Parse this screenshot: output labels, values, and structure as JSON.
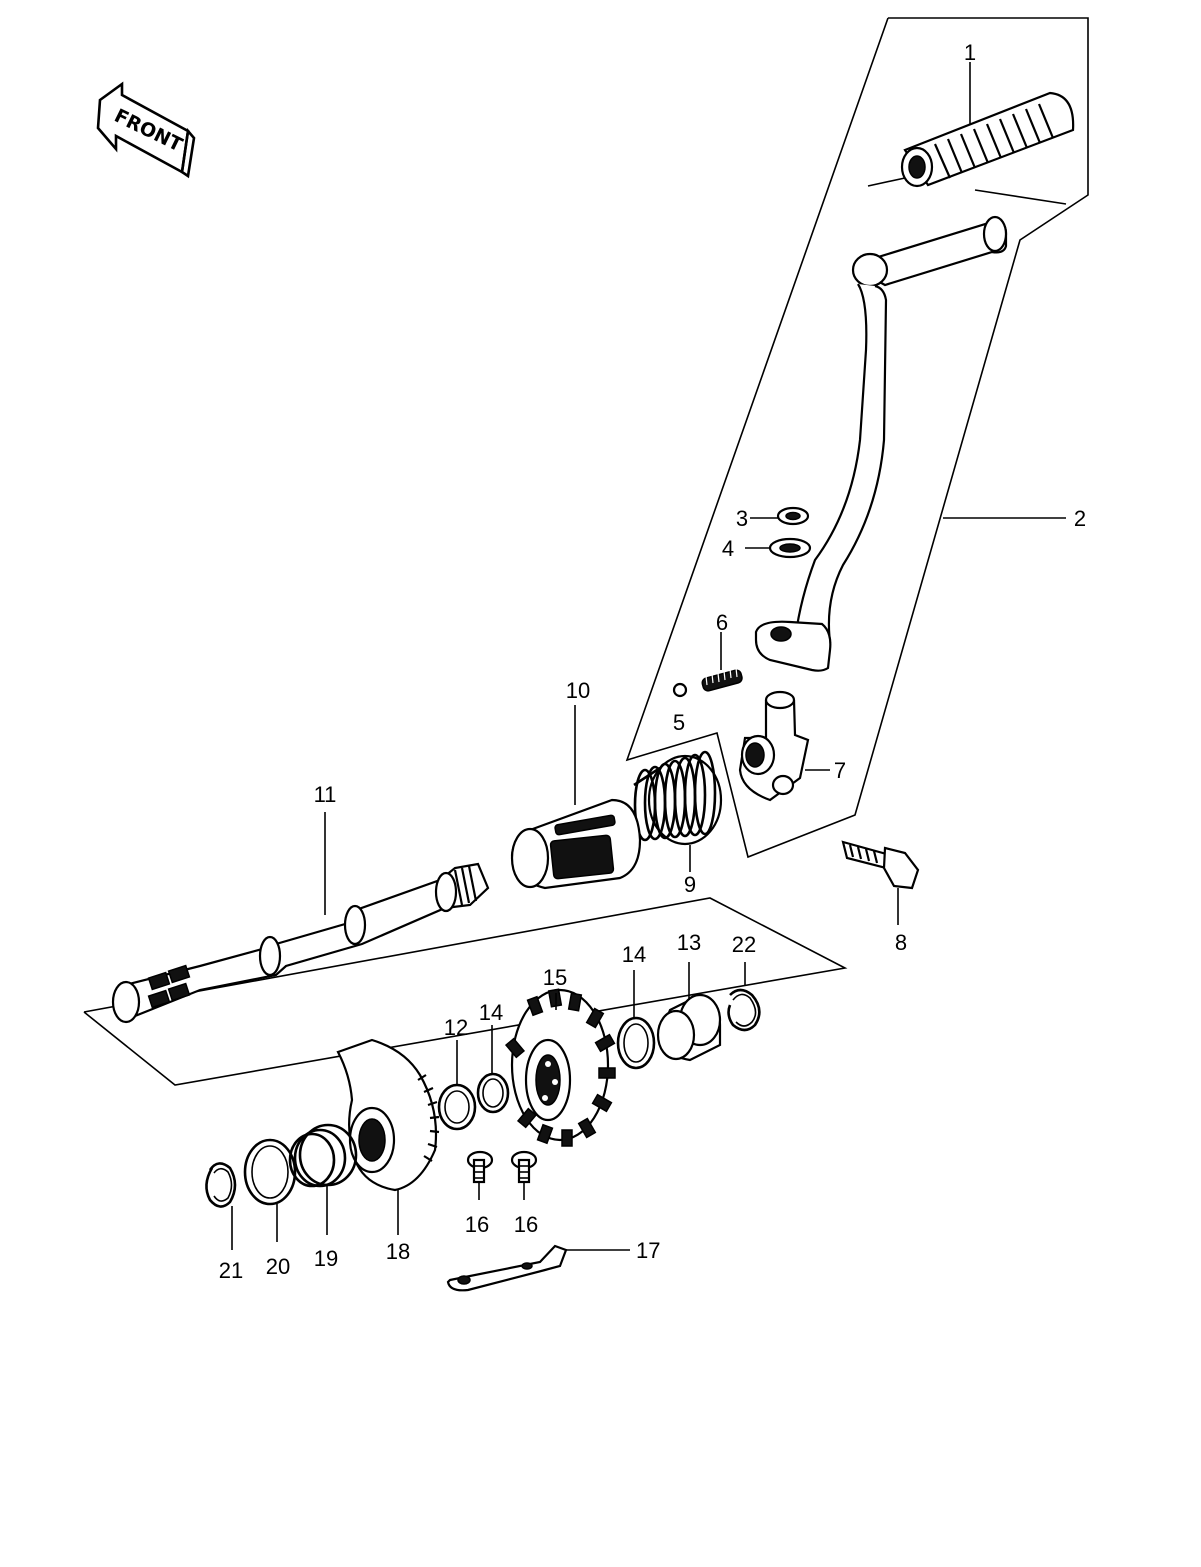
{
  "front_badge": {
    "text": "FRONT"
  },
  "callouts": [
    {
      "id": "c1",
      "text": "1"
    },
    {
      "id": "c2",
      "text": "2"
    },
    {
      "id": "c3",
      "text": "3"
    },
    {
      "id": "c4",
      "text": "4"
    },
    {
      "id": "c5",
      "text": "5"
    },
    {
      "id": "c6",
      "text": "6"
    },
    {
      "id": "c7",
      "text": "7"
    },
    {
      "id": "c8",
      "text": "8"
    },
    {
      "id": "c9",
      "text": "9"
    },
    {
      "id": "c10",
      "text": "10"
    },
    {
      "id": "c11",
      "text": "11"
    },
    {
      "id": "c12",
      "text": "12"
    },
    {
      "id": "c13",
      "text": "13"
    },
    {
      "id": "c14a",
      "text": "14"
    },
    {
      "id": "c14b",
      "text": "14"
    },
    {
      "id": "c15",
      "text": "15"
    },
    {
      "id": "c16a",
      "text": "16"
    },
    {
      "id": "c16b",
      "text": "16"
    },
    {
      "id": "c17",
      "text": "17"
    },
    {
      "id": "c18",
      "text": "18"
    },
    {
      "id": "c19",
      "text": "19"
    },
    {
      "id": "c20",
      "text": "20"
    },
    {
      "id": "c21",
      "text": "21"
    },
    {
      "id": "c22",
      "text": "22"
    }
  ]
}
